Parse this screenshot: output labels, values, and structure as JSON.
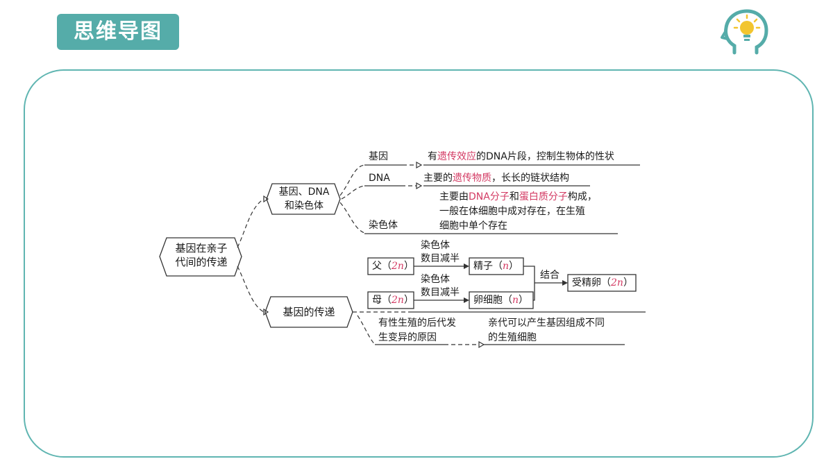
{
  "header": {
    "title": "思维导图",
    "icon": "head-lightbulb-icon",
    "accent": "#55aca9"
  },
  "mindmap": {
    "root": {
      "line1": "基因在亲子",
      "line2": "代间的传递"
    },
    "branch1": {
      "line1": "基因、DNA",
      "line2": "和染色体",
      "gene": {
        "label": "基因",
        "desc_pre": "有",
        "desc_hl": "遗传效应",
        "desc_post": "的DNA片段，控制生物体的性状"
      },
      "dna": {
        "label": "DNA",
        "desc_pre": "主要的",
        "desc_hl": "遗传物质",
        "desc_post": "，长长的链状结构"
      },
      "chromosome": {
        "label": "染色体",
        "d1_pre": "主要由",
        "d1_hl1": "DNA分子",
        "d1_mid": "和",
        "d1_hl2": "蛋白质分子",
        "d1_post": "构成，",
        "d2": "一般在体细胞中成对存在，在生殖",
        "d3": "细胞中单个存在"
      }
    },
    "branch2": {
      "label": "基因的传递",
      "father": {
        "pre": "父（",
        "n": "2n",
        "post": "）"
      },
      "mother": {
        "pre": "母（",
        "n": "2n",
        "post": "）"
      },
      "halving1_l1": "染色体",
      "halving1_l2": "数目减半",
      "halving2_l1": "染色体",
      "halving2_l2": "数目减半",
      "sperm": {
        "pre": "精子（",
        "n": "n",
        "post": "）"
      },
      "egg": {
        "pre": "卵细胞（",
        "n": "n",
        "post": "）"
      },
      "combine": "结合",
      "zygote": {
        "pre": "受精卵（",
        "n": "2n",
        "post": "）"
      },
      "reason_l1": "有性生殖的后代发",
      "reason_l2": "生变异的原因",
      "result_l1": "亲代可以产生基因组成不同",
      "result_l2": "的生殖细胞"
    }
  },
  "colors": {
    "highlight": "#d33a63",
    "frame": "#5fb5b1"
  }
}
